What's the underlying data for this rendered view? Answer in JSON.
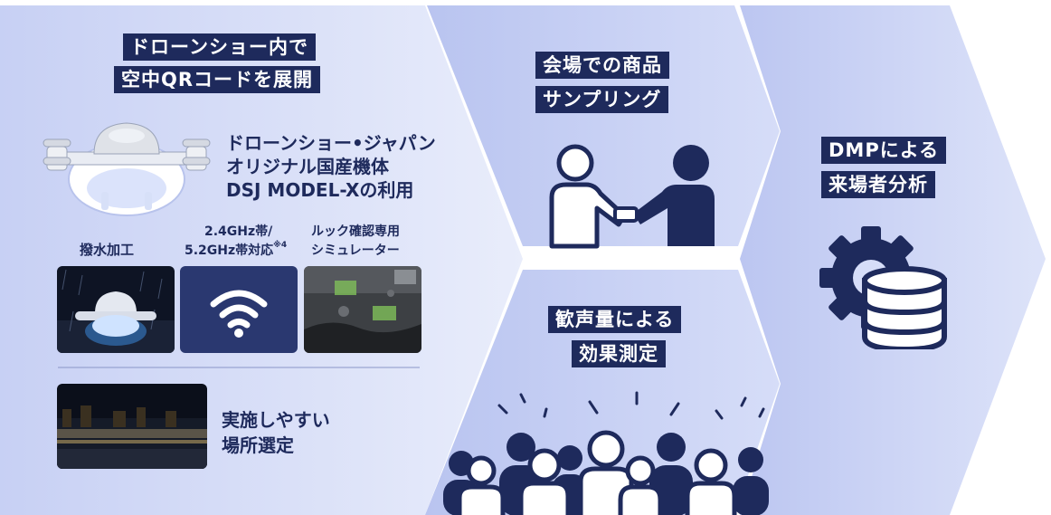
{
  "panel1": {
    "title_line1": "ドローンショー内で",
    "title_line2": "空中QRコードを展開",
    "drone_desc_line1": "ドローンショー•ジャパン",
    "drone_desc_line2": "オリジナル国産機体",
    "drone_desc_line3": "DSJ MODEL-Xの利用",
    "feature1_label": "撥水加工",
    "feature2_line1": "2.4GHz帯/",
    "feature2_line2": "5.2GHz帯対応",
    "feature2_note": "※4",
    "feature3_line1": "ルック確認専用",
    "feature3_line2": "シミュレーター",
    "location_line1": "実施しやすい",
    "location_line2": "場所選定"
  },
  "panel2": {
    "title_line1": "会場での商品",
    "title_line2": "サンプリング"
  },
  "panel3": {
    "title_line1": "歓声量による",
    "title_line2": "効果測定"
  },
  "panel4": {
    "title_line1": "DMPによる",
    "title_line2": "来場者分析"
  },
  "icons": [
    "drone-icon",
    "wifi-icon",
    "handshake-icon",
    "crowd-icon",
    "gear-database-icon"
  ],
  "colors": {
    "navy": "#1e2a5c",
    "panel_light": "#dfe5fa",
    "panel_mid": "#c4cef3",
    "white": "#ffffff"
  }
}
